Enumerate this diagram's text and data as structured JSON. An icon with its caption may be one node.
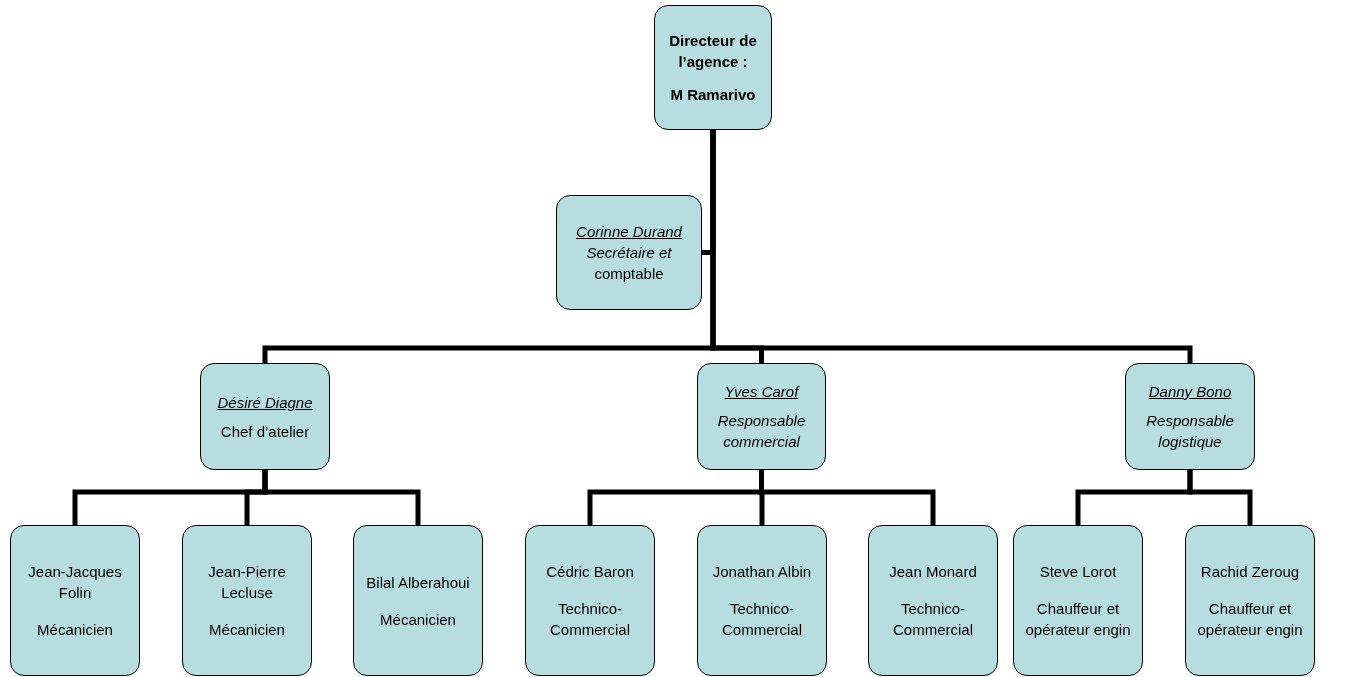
{
  "diagram": {
    "nodes": [
      {
        "text": [
          "Directeur de l’agence :",
          "M Ramarivo"
        ]
      },
      {
        "text": [
          "Corinne Durand",
          "*Secrétaire et* comptable"
        ]
      },
      {
        "text": [
          "Désiré Diagne",
          "Chef d’atelier"
        ]
      },
      {
        "text": [
          "Yves Carof",
          "Responsable commercial"
        ]
      },
      {
        "text": [
          "Danny Bono",
          "Responsable logistique"
        ]
      },
      {
        "text": [
          "Jean-Jacques Folin",
          "Mécanicien"
        ]
      },
      {
        "text": [
          "Jean-Pierre Lecluse",
          "Mécanicien"
        ]
      },
      {
        "text": [
          "Bilal Alberahoui",
          "Mécanicien"
        ]
      },
      {
        "text": [
          "Cédric Baron",
          "Technico-Commercial"
        ]
      },
      {
        "text": [
          "Jonathan Albin",
          "Technico-Commercial"
        ]
      },
      {
        "text": [
          "Jean Monard",
          "Technico-Commercial"
        ]
      },
      {
        "text": [
          "Steve Lorot",
          "Chauffeur et opérateur engin"
        ]
      },
      {
        "text": [
          "Rachid Zeroug",
          "Chauffeur et opérateur engin"
        ]
      }
    ],
    "edges": [
      {
        "from": 0,
        "to": 1,
        "arrow": "none"
      },
      {
        "from": 0,
        "to": 2,
        "arrow": "none"
      },
      {
        "from": 0,
        "to": 3,
        "arrow": "none"
      },
      {
        "from": 0,
        "to": 4,
        "arrow": "none"
      },
      {
        "from": 2,
        "to": 5,
        "arrow": "none"
      },
      {
        "from": 2,
        "to": 6,
        "arrow": "none"
      },
      {
        "from": 2,
        "to": 7,
        "arrow": "none"
      },
      {
        "from": 3,
        "to": 8,
        "arrow": "none"
      },
      {
        "from": 3,
        "to": 9,
        "arrow": "none"
      },
      {
        "from": 3,
        "to": 10,
        "arrow": "none"
      },
      {
        "from": 4,
        "to": 11,
        "arrow": "none"
      },
      {
        "from": 4,
        "to": 12,
        "arrow": "none"
      }
    ]
  }
}
